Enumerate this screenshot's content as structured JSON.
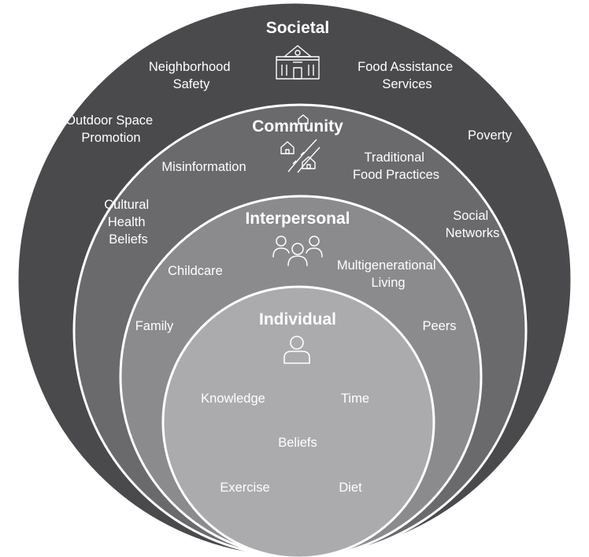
{
  "levels": {
    "societal": {
      "title": "Societal",
      "icon": "school-building-icon",
      "color": "#4a4a4c",
      "items": {
        "neighborhood_safety": [
          "Neighborhood",
          "Safety"
        ],
        "food_assistance": [
          "Food Assistance",
          "Services"
        ],
        "outdoor_space": [
          "Outdoor Space",
          "Promotion"
        ],
        "poverty": [
          "Poverty"
        ]
      }
    },
    "community": {
      "title": "Community",
      "icon": "houses-road-icon",
      "color": "#6a6a6d",
      "items": {
        "misinformation": [
          "Misinformation"
        ],
        "traditional_food": [
          "Traditional",
          "Food Practices"
        ],
        "cultural_health": [
          "Cultural",
          "Health",
          "Beliefs"
        ],
        "social_networks": [
          "Social",
          "Networks"
        ]
      }
    },
    "interpersonal": {
      "title": "Interpersonal",
      "icon": "group-people-icon",
      "color": "#8b8b8e",
      "items": {
        "childcare": [
          "Childcare"
        ],
        "multigenerational": [
          "Multigenerational",
          "Living"
        ],
        "family": [
          "Family"
        ],
        "peers": [
          "Peers"
        ]
      }
    },
    "individual": {
      "title": "Individual",
      "icon": "person-icon",
      "color": "#ababad",
      "items": {
        "knowledge": [
          "Knowledge"
        ],
        "time": [
          "Time"
        ],
        "beliefs": [
          "Beliefs"
        ],
        "exercise": [
          "Exercise"
        ],
        "diet": [
          "Diet"
        ]
      }
    }
  }
}
